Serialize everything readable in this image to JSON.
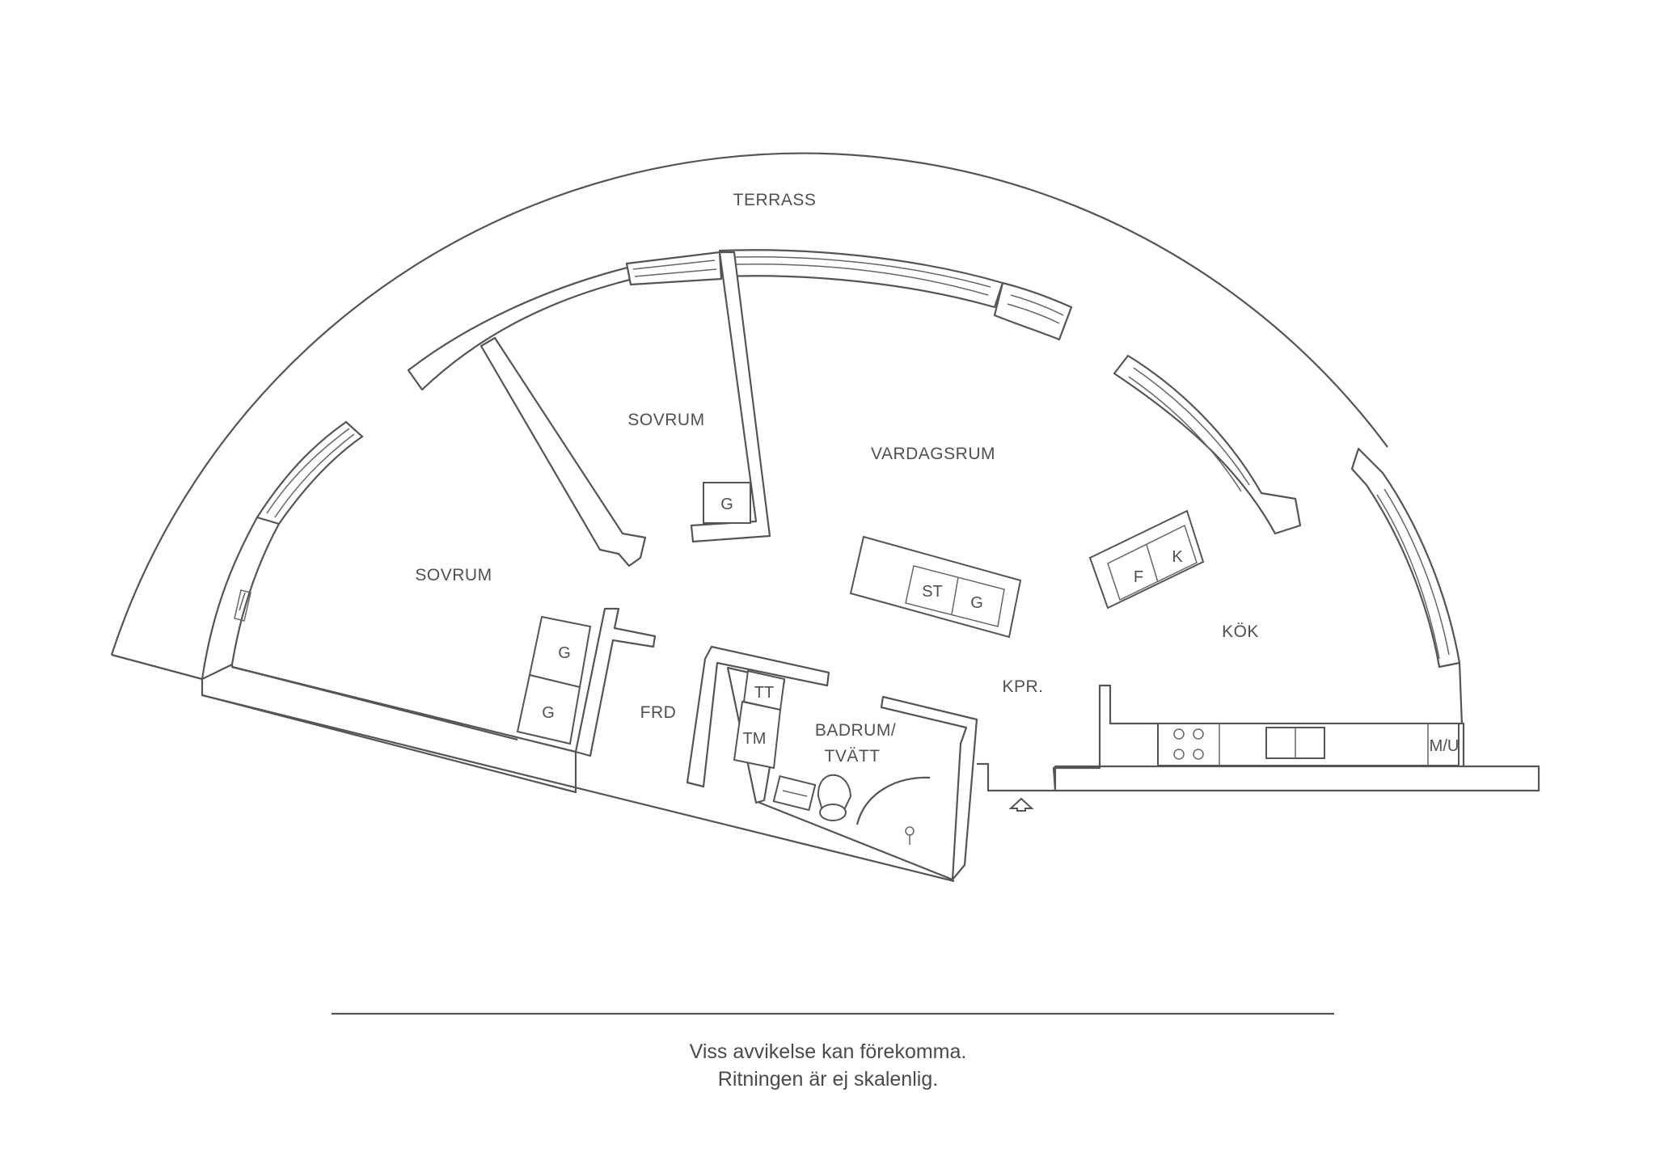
{
  "rooms": {
    "terrass": "TERRASS",
    "sovrum_1": "SOVRUM",
    "sovrum_2": "SOVRUM",
    "vardagsrum": "VARDAGSRUM",
    "kok": "KÖK",
    "kpr": "KPR.",
    "frd": "FRD",
    "badrum_line1": "BADRUM/",
    "badrum_line2": "TVÄTT"
  },
  "fixtures": {
    "g_sovrum": "G",
    "g_frd_upper": "G",
    "g_frd_lower": "G",
    "st": "ST",
    "g_sofa": "G",
    "f": "F",
    "k": "K",
    "tt": "TT",
    "tm": "TM",
    "mu": "M/U"
  },
  "disclaimer": {
    "line1": "Viss avvikelse kan förekomma.",
    "line2": "Ritningen är ej skalenlig."
  },
  "colors": {
    "line": "#555555",
    "text": "#505050",
    "background": "#ffffff"
  }
}
